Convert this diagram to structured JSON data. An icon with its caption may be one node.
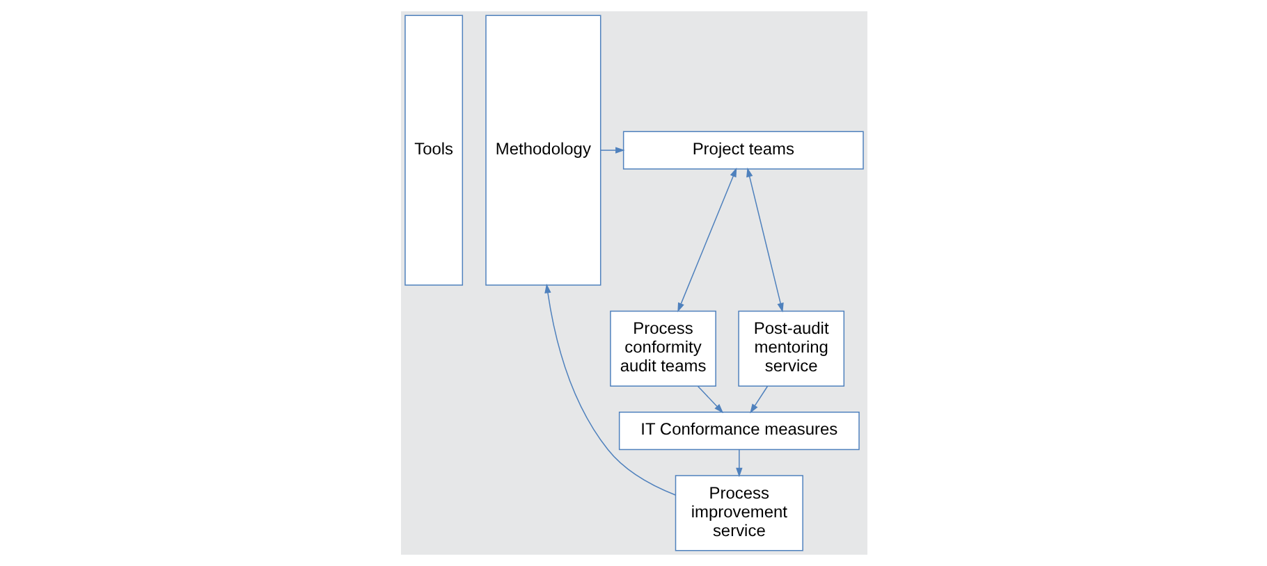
{
  "diagram": {
    "nodes": [
      {
        "text": [
          "Tools"
        ]
      },
      {
        "text": [
          "Methodology"
        ]
      },
      {
        "text": [
          "Project teams"
        ]
      },
      {
        "text": [
          "Process conformity audit teams"
        ]
      },
      {
        "text": [
          "Post-audit mentoring service"
        ]
      },
      {
        "text": [
          "IT Conformance measures"
        ]
      },
      {
        "text": [
          "Process improvement service"
        ]
      }
    ],
    "edges": [
      {
        "from": 1,
        "to": 2,
        "arrow": "to"
      },
      {
        "from": 2,
        "to": 3,
        "arrow": "both"
      },
      {
        "from": 2,
        "to": 4,
        "arrow": "both"
      },
      {
        "from": 3,
        "to": 5,
        "arrow": "to"
      },
      {
        "from": 4,
        "to": 5,
        "arrow": "to"
      },
      {
        "from": 5,
        "to": 6,
        "arrow": "to"
      },
      {
        "from": 6,
        "to": 1,
        "arrow": "to"
      }
    ]
  }
}
